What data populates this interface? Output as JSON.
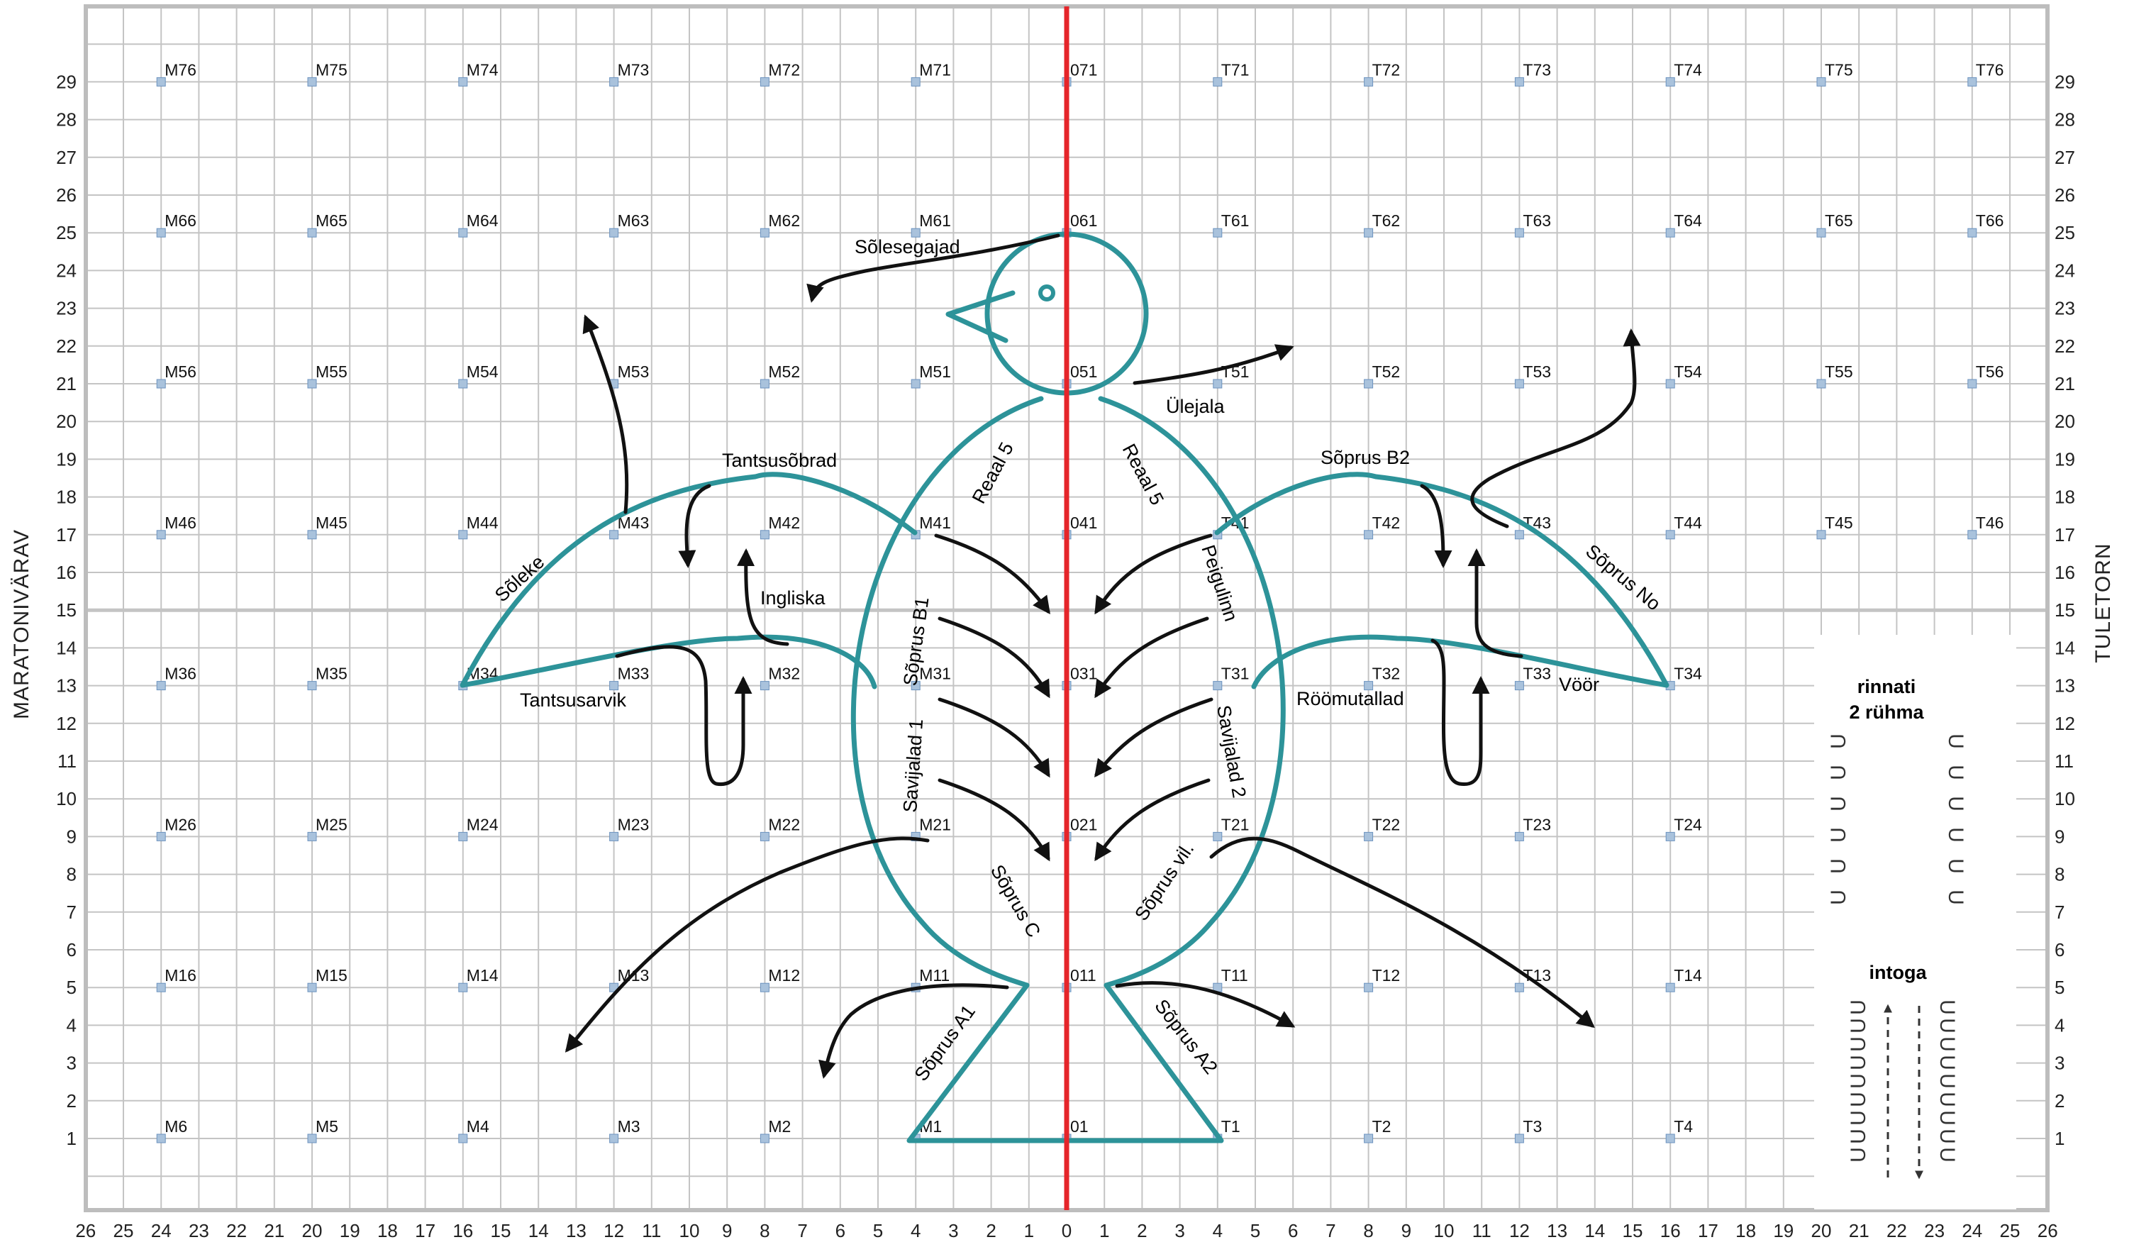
{
  "axes": {
    "left_title": "MARATONIVÄRAV",
    "right_title": "TULETORN",
    "x_ticks": [
      "26",
      "25",
      "24",
      "23",
      "22",
      "21",
      "20",
      "19",
      "18",
      "17",
      "16",
      "15",
      "14",
      "13",
      "12",
      "11",
      "10",
      "9",
      "8",
      "7",
      "6",
      "5",
      "4",
      "3",
      "2",
      "1",
      "0",
      "1",
      "2",
      "3",
      "4",
      "5",
      "6",
      "7",
      "8",
      "9",
      "10",
      "11",
      "12",
      "13",
      "14",
      "15",
      "16",
      "17",
      "18",
      "19",
      "20",
      "21",
      "22",
      "23",
      "24",
      "25",
      "26"
    ],
    "y_ticks": [
      "1",
      "2",
      "3",
      "4",
      "5",
      "6",
      "7",
      "8",
      "9",
      "10",
      "11",
      "12",
      "13",
      "14",
      "15",
      "16",
      "17",
      "18",
      "19",
      "20",
      "21",
      "22",
      "23",
      "24",
      "25",
      "26",
      "27",
      "28",
      "29"
    ]
  },
  "points": [
    {
      "label": "M76",
      "x": -24,
      "y": 29
    },
    {
      "label": "M75",
      "x": -20,
      "y": 29
    },
    {
      "label": "M74",
      "x": -16,
      "y": 29
    },
    {
      "label": "M73",
      "x": -12,
      "y": 29
    },
    {
      "label": "M72",
      "x": -8,
      "y": 29
    },
    {
      "label": "M71",
      "x": -4,
      "y": 29
    },
    {
      "label": "071",
      "x": 0,
      "y": 29
    },
    {
      "label": "T71",
      "x": 4,
      "y": 29
    },
    {
      "label": "T72",
      "x": 8,
      "y": 29
    },
    {
      "label": "T73",
      "x": 12,
      "y": 29
    },
    {
      "label": "T74",
      "x": 16,
      "y": 29
    },
    {
      "label": "T75",
      "x": 20,
      "y": 29
    },
    {
      "label": "T76",
      "x": 24,
      "y": 29
    },
    {
      "label": "M66",
      "x": -24,
      "y": 25
    },
    {
      "label": "M65",
      "x": -20,
      "y": 25
    },
    {
      "label": "M64",
      "x": -16,
      "y": 25
    },
    {
      "label": "M63",
      "x": -12,
      "y": 25
    },
    {
      "label": "M62",
      "x": -8,
      "y": 25
    },
    {
      "label": "M61",
      "x": -4,
      "y": 25
    },
    {
      "label": "061",
      "x": 0,
      "y": 25
    },
    {
      "label": "T61",
      "x": 4,
      "y": 25
    },
    {
      "label": "T62",
      "x": 8,
      "y": 25
    },
    {
      "label": "T63",
      "x": 12,
      "y": 25
    },
    {
      "label": "T64",
      "x": 16,
      "y": 25
    },
    {
      "label": "T65",
      "x": 20,
      "y": 25
    },
    {
      "label": "T66",
      "x": 24,
      "y": 25
    },
    {
      "label": "M56",
      "x": -24,
      "y": 21
    },
    {
      "label": "M55",
      "x": -20,
      "y": 21
    },
    {
      "label": "M54",
      "x": -16,
      "y": 21
    },
    {
      "label": "M53",
      "x": -12,
      "y": 21
    },
    {
      "label": "M52",
      "x": -8,
      "y": 21
    },
    {
      "label": "M51",
      "x": -4,
      "y": 21
    },
    {
      "label": "051",
      "x": 0,
      "y": 21
    },
    {
      "label": "T51",
      "x": 4,
      "y": 21
    },
    {
      "label": "T52",
      "x": 8,
      "y": 21
    },
    {
      "label": "T53",
      "x": 12,
      "y": 21
    },
    {
      "label": "T54",
      "x": 16,
      "y": 21
    },
    {
      "label": "T55",
      "x": 20,
      "y": 21
    },
    {
      "label": "T56",
      "x": 24,
      "y": 21
    },
    {
      "label": "M46",
      "x": -24,
      "y": 17
    },
    {
      "label": "M45",
      "x": -20,
      "y": 17
    },
    {
      "label": "M44",
      "x": -16,
      "y": 17
    },
    {
      "label": "M43",
      "x": -12,
      "y": 17
    },
    {
      "label": "M42",
      "x": -8,
      "y": 17
    },
    {
      "label": "M41",
      "x": -4,
      "y": 17
    },
    {
      "label": "041",
      "x": 0,
      "y": 17
    },
    {
      "label": "T41",
      "x": 4,
      "y": 17
    },
    {
      "label": "T42",
      "x": 8,
      "y": 17
    },
    {
      "label": "T43",
      "x": 12,
      "y": 17
    },
    {
      "label": "T44",
      "x": 16,
      "y": 17
    },
    {
      "label": "T45",
      "x": 20,
      "y": 17
    },
    {
      "label": "T46",
      "x": 24,
      "y": 17
    },
    {
      "label": "M36",
      "x": -24,
      "y": 13
    },
    {
      "label": "M35",
      "x": -20,
      "y": 13
    },
    {
      "label": "M34",
      "x": -16,
      "y": 13
    },
    {
      "label": "M33",
      "x": -12,
      "y": 13
    },
    {
      "label": "M32",
      "x": -8,
      "y": 13
    },
    {
      "label": "M31",
      "x": -4,
      "y": 13
    },
    {
      "label": "031",
      "x": 0,
      "y": 13
    },
    {
      "label": "T31",
      "x": 4,
      "y": 13
    },
    {
      "label": "T32",
      "x": 8,
      "y": 13
    },
    {
      "label": "T33",
      "x": 12,
      "y": 13
    },
    {
      "label": "T34",
      "x": 16,
      "y": 13
    },
    {
      "label": "M26",
      "x": -24,
      "y": 9
    },
    {
      "label": "M25",
      "x": -20,
      "y": 9
    },
    {
      "label": "M24",
      "x": -16,
      "y": 9
    },
    {
      "label": "M23",
      "x": -12,
      "y": 9
    },
    {
      "label": "M22",
      "x": -8,
      "y": 9
    },
    {
      "label": "M21",
      "x": -4,
      "y": 9
    },
    {
      "label": "021",
      "x": 0,
      "y": 9
    },
    {
      "label": "T21",
      "x": 4,
      "y": 9
    },
    {
      "label": "T22",
      "x": 8,
      "y": 9
    },
    {
      "label": "T23",
      "x": 12,
      "y": 9
    },
    {
      "label": "T24",
      "x": 16,
      "y": 9
    },
    {
      "label": "M16",
      "x": -24,
      "y": 5
    },
    {
      "label": "M15",
      "x": -20,
      "y": 5
    },
    {
      "label": "M14",
      "x": -16,
      "y": 5
    },
    {
      "label": "M13",
      "x": -12,
      "y": 5
    },
    {
      "label": "M12",
      "x": -8,
      "y": 5
    },
    {
      "label": "M11",
      "x": -4,
      "y": 5
    },
    {
      "label": "011",
      "x": 0,
      "y": 5
    },
    {
      "label": "T11",
      "x": 4,
      "y": 5
    },
    {
      "label": "T12",
      "x": 8,
      "y": 5
    },
    {
      "label": "T13",
      "x": 12,
      "y": 5
    },
    {
      "label": "T14",
      "x": 16,
      "y": 5
    },
    {
      "label": "M6",
      "x": -24,
      "y": 1
    },
    {
      "label": "M5",
      "x": -20,
      "y": 1
    },
    {
      "label": "M4",
      "x": -16,
      "y": 1
    },
    {
      "label": "M3",
      "x": -12,
      "y": 1
    },
    {
      "label": "M2",
      "x": -8,
      "y": 1
    },
    {
      "label": "M1",
      "x": -4,
      "y": 1
    },
    {
      "label": "01",
      "x": 0,
      "y": 1
    },
    {
      "label": "T1",
      "x": 4,
      "y": 1
    },
    {
      "label": "T2",
      "x": 8,
      "y": 1
    },
    {
      "label": "T3",
      "x": 12,
      "y": 1
    },
    {
      "label": "T4",
      "x": 16,
      "y": 1
    }
  ],
  "routes": {
    "solesegajad": "Sõlesegajad",
    "ulejala": "Ülejala",
    "reaal5_left": "Reaal 5",
    "reaal5_right": "Reaal 5",
    "tantsusobrad": "Tantsusõbrad",
    "soleke": "Sõleke",
    "ingliska": "Ingliska",
    "tantsusarvik": "Tantsusarvik",
    "sopruse_b1": "Sõprus B1",
    "savijalad_1": "Savijalad 1",
    "sopruse_c": "Sõprus C",
    "sopruse_a1": "Sõprus A1",
    "sopruse_b2": "Sõprus B2",
    "sopruse_no": "Sõprus No",
    "peigulinn": "Peigulinn",
    "roomutallad": "Röömutallad",
    "voor": "Vöör",
    "savijalad_2": "Savijalad 2",
    "sopruse_vil": "Sõprus vil.",
    "sopruse_a2": "Sõprus A2"
  },
  "legend": {
    "title_line1": "rinnati",
    "title_line2": "2 rühma",
    "subtitle": "intoga",
    "glyph": "U"
  },
  "colors": {
    "bird": "#2d9399",
    "center_line": "#e5252a",
    "grid": "#c4c4c4",
    "routes": "#111111",
    "point_marker": "#a9c2dc"
  }
}
